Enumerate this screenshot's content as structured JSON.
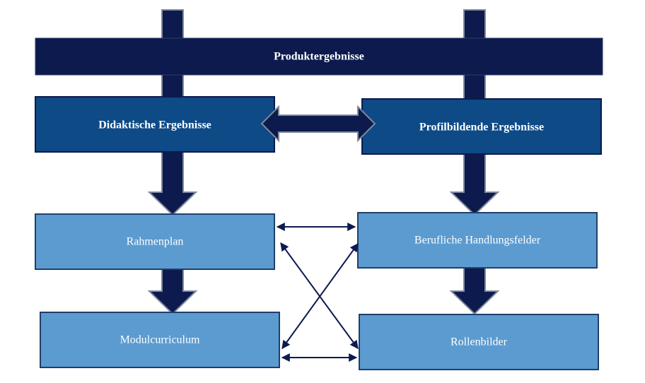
{
  "diagram": {
    "top_bar": {
      "label": "Produktergebnisse"
    },
    "left_mid": {
      "label": "Didaktische Ergebnisse"
    },
    "right_mid": {
      "label": "Profilbildende Ergebnisse"
    },
    "left_lower": {
      "label": "Rahmenplan"
    },
    "right_lower": {
      "label": "Berufliche Handlungsfelder"
    },
    "left_bottom": {
      "label": "Modulcurriculum"
    },
    "right_bottom": {
      "label": "Rollenbilder"
    }
  },
  "colors": {
    "navy": "#0c1a4e",
    "mid_blue": "#0d4a86",
    "light_blue": "#5b9bd0",
    "border_blue": "#2f5d8f",
    "arrow_outline": "#7f8a9c"
  }
}
